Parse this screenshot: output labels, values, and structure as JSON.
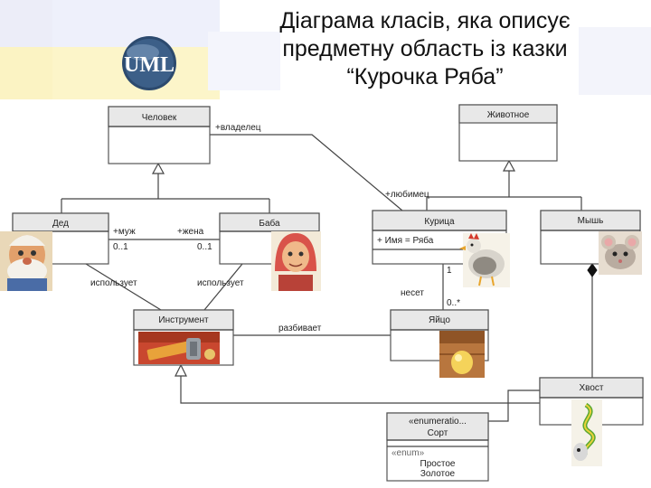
{
  "title_lines": [
    "Діаграма класів, яка описує",
    "предметну область із казки",
    "“Курочка Ряба”"
  ],
  "logo_text": "UML",
  "classes": {
    "chelovek": "Человек",
    "zhivotnoe": "Животное",
    "ded": "Дед",
    "baba": "Баба",
    "kuritsa": "Курица",
    "mysh": "Мышь",
    "instrument": "Инструмент",
    "yaitso": "Яйцо",
    "hvost": "Хвост",
    "sort": "Сорт"
  },
  "kuritsa_attribute": "+ Имя = Ряба",
  "sort_stereotype": "«enumeratio...",
  "sort_literals_stereotype": "«enum»",
  "sort_literals": [
    "Простое",
    "Золотое"
  ],
  "association_labels": {
    "vladelets": "+владелец",
    "lyubimets": "+любимец",
    "muzh": "+муж",
    "zhena": "+жена",
    "mult_ded": "0..1",
    "mult_baba": "0..1",
    "ispolzuet_ded": "использует",
    "ispolzuet_baba": "использует",
    "nesyot": "несет",
    "mult_1": "1",
    "mult_0n": "0..*",
    "razbivaet": "разбивает"
  },
  "icons": [
    "uml-logo-icon",
    "grandpa-picture-icon",
    "grandma-picture-icon",
    "hen-picture-icon",
    "mouse-picture-icon",
    "hammer-picture-icon",
    "egg-picture-icon",
    "tail-picture-icon"
  ]
}
